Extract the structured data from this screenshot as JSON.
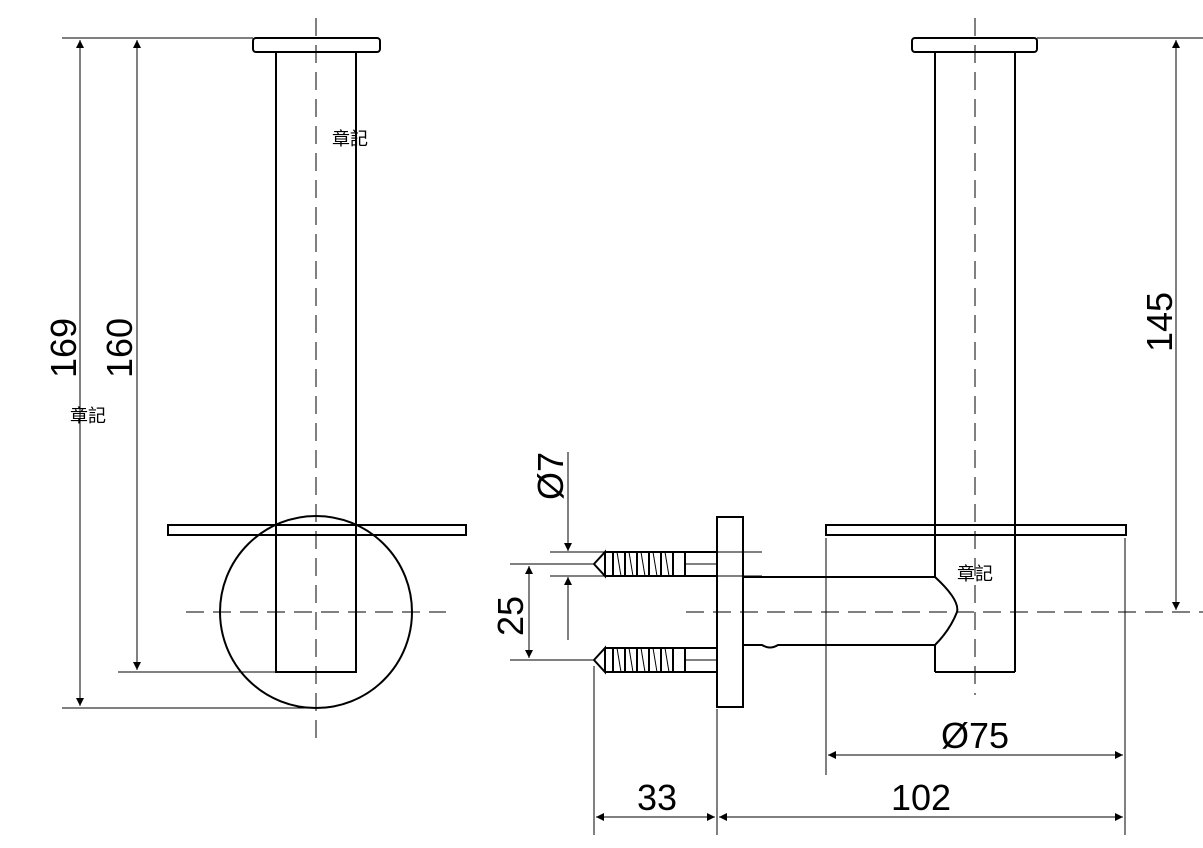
{
  "dimensions": {
    "total_height": "169",
    "tube_height": "160",
    "side_height": "145",
    "hole_diameter": "Ø7",
    "screw_spacing": "25",
    "flange_diameter": "Ø75",
    "wall_offset": "33",
    "depth": "102"
  },
  "stamps": {
    "stamp_1": "章記",
    "stamp_2": "章記",
    "stamp_3": "章記"
  }
}
